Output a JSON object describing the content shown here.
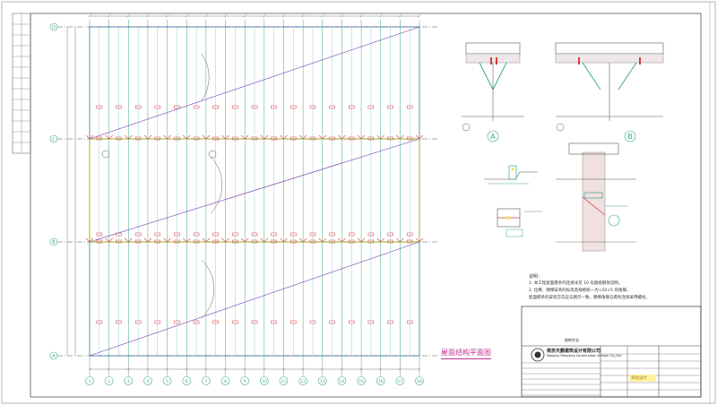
{
  "drawing": {
    "plan_title": "屋面结构平面图",
    "grid_rows": [
      "D",
      "C",
      "B",
      "A"
    ],
    "grid_cols": [
      "1",
      "2",
      "3",
      "4",
      "5",
      "6",
      "7",
      "8",
      "9",
      "10",
      "11",
      "12",
      "13",
      "14",
      "15",
      "16",
      "17",
      "18"
    ],
    "details": [
      "A",
      "B"
    ],
    "notes": {
      "title": "说明：",
      "lines": [
        "1. 本工程屋面檩条的连接详见 10 号图纸钢架说明。",
        "2. 拉撑、隅撑安装的标高及规格统一为 L50×5 的角钢。",
        "   屋面檩条的安装方向应与图示一致，隅撑角钢与檩条连接采用螺栓。"
      ]
    }
  },
  "title_block": {
    "company_cn": "南京天鹏建筑设计有限公司",
    "company_en": "Nanjing Tianpeng Construction Design Co.,Ltd.",
    "highlight_label": "深化设计",
    "signature_note": "结构专业"
  },
  "colors": {
    "yellow_band": "#f2e44a",
    "blue_band": "#4a86c8",
    "rafter_green": "#3aa88a",
    "purlin_red": "#d83a3a",
    "brace_purple": "#7a3aa8",
    "title_magenta": "#c03090"
  }
}
